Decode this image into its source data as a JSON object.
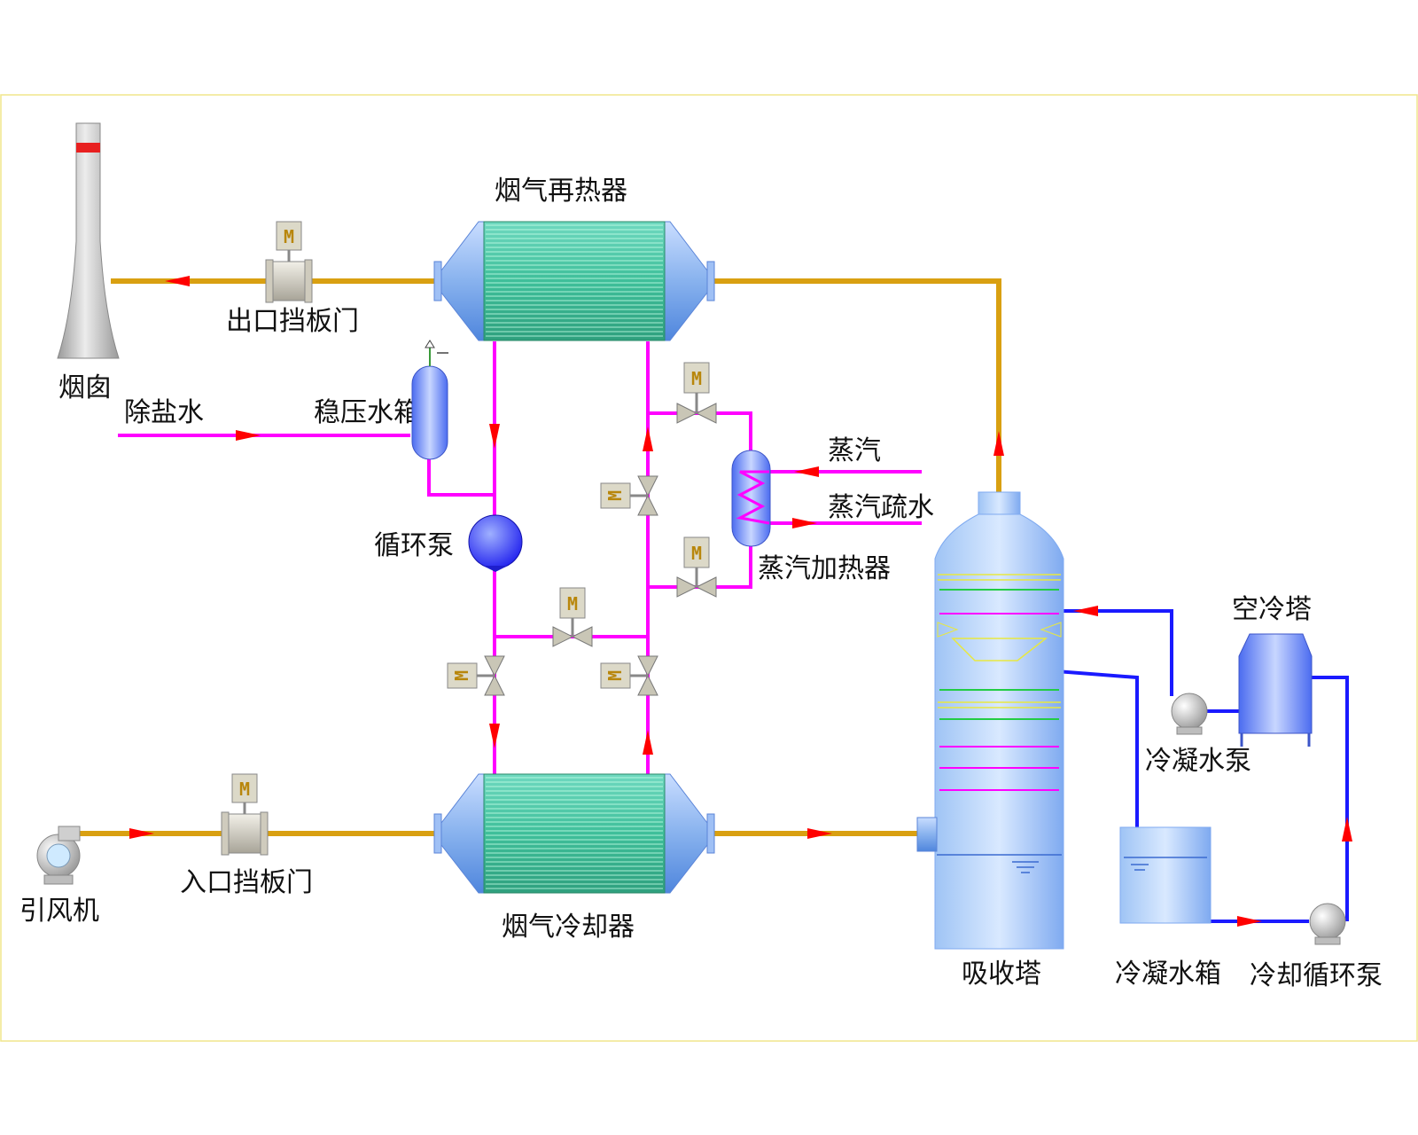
{
  "labels": {
    "chimney": "烟囱",
    "outlet_damper": "出口挡板门",
    "reheater": "烟气再热器",
    "demin_water": "除盐水",
    "pressure_tank": "稳压水箱",
    "circ_pump": "循环泵",
    "steam": "蒸汽",
    "steam_drain": "蒸汽疏水",
    "steam_heater": "蒸汽加热器",
    "induced_fan": "引风机",
    "inlet_damper": "入口挡板门",
    "cooler": "烟气冷却器",
    "absorber": "吸收塔",
    "condensate_tank": "冷凝水箱",
    "condensate_pump": "冷凝水泵",
    "air_cooler": "空冷塔",
    "cooling_pump": "冷却循环泵"
  },
  "motor_mark": "M",
  "colors": {
    "flue_pipe": "#d9a011",
    "water_pipe": "#ff00ff",
    "cooling_pipe": "#1a1aff",
    "arrow": "#ff0000",
    "frame": "#f0e68c"
  },
  "icons": [
    "chimney-icon",
    "damper-icon",
    "heat-exchanger-icon",
    "tank-icon",
    "pump-icon",
    "valve-icon",
    "motor-icon",
    "fan-icon",
    "tower-icon"
  ]
}
